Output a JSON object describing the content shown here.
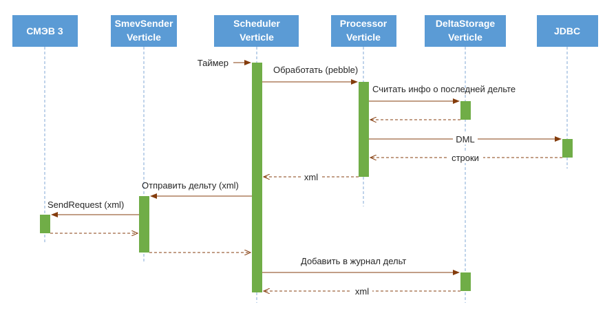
{
  "participants": [
    {
      "id": "smev3",
      "lines": [
        "СМЭВ 3"
      ]
    },
    {
      "id": "smevsender",
      "lines": [
        "SmevSender",
        "Verticle"
      ]
    },
    {
      "id": "scheduler",
      "lines": [
        "Scheduler",
        "Verticle"
      ]
    },
    {
      "id": "processor",
      "lines": [
        "Processor",
        "Verticle"
      ]
    },
    {
      "id": "deltastorage",
      "lines": [
        "DeltaStorage",
        "Verticle"
      ]
    },
    {
      "id": "jdbc",
      "lines": [
        "JDBC"
      ]
    }
  ],
  "messages": [
    {
      "id": "timer",
      "text": "Таймер",
      "style": "solid"
    },
    {
      "id": "process",
      "text": "Обработать (pebble)",
      "style": "solid"
    },
    {
      "id": "read-info",
      "text": "Считать инфо о последней дельте",
      "style": "solid"
    },
    {
      "id": "read-info-return",
      "text": "",
      "style": "dashed"
    },
    {
      "id": "dml",
      "text": "DML",
      "style": "solid"
    },
    {
      "id": "rows",
      "text": "строки",
      "style": "dashed"
    },
    {
      "id": "xml-1",
      "text": "xml",
      "style": "dashed"
    },
    {
      "id": "send-delta",
      "text": "Отправить дельту (xml)",
      "style": "solid"
    },
    {
      "id": "send-request",
      "text": "SendRequest (xml)",
      "style": "solid"
    },
    {
      "id": "send-request-return",
      "text": "",
      "style": "dashed"
    },
    {
      "id": "send-delta-return",
      "text": "",
      "style": "dashed"
    },
    {
      "id": "add-journal",
      "text": "Добавить в журнал дельт",
      "style": "solid"
    },
    {
      "id": "xml-2",
      "text": "xml",
      "style": "dashed"
    }
  ],
  "colors": {
    "header": "#5b9bd5",
    "activation": "#70ad47",
    "arrow": "#843c0c",
    "lifeline": "#7fa7d6"
  }
}
